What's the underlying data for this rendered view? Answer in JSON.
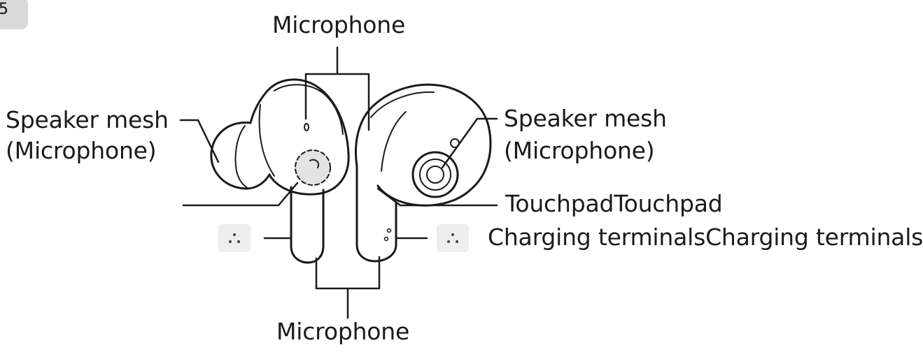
{
  "badge": {
    "text": "5"
  },
  "labels": {
    "mic_top": "Microphone",
    "speaker_left": "Speaker mesh",
    "speaker_left_sub": "(Microphone)",
    "speaker_right": "Speaker mesh",
    "speaker_right_sub": "(Microphone)",
    "touchpad": "TouchpadTouchpad",
    "charging": "Charging terminalsCharging terminals",
    "mic_bottom": "Microphone"
  },
  "icons": [
    "charging-terminal-icon",
    "charging-terminal-icon"
  ],
  "colors": {
    "line": "#1a1a1a",
    "highlight": "#e3e3e3",
    "badge": "#d9d9d9"
  }
}
